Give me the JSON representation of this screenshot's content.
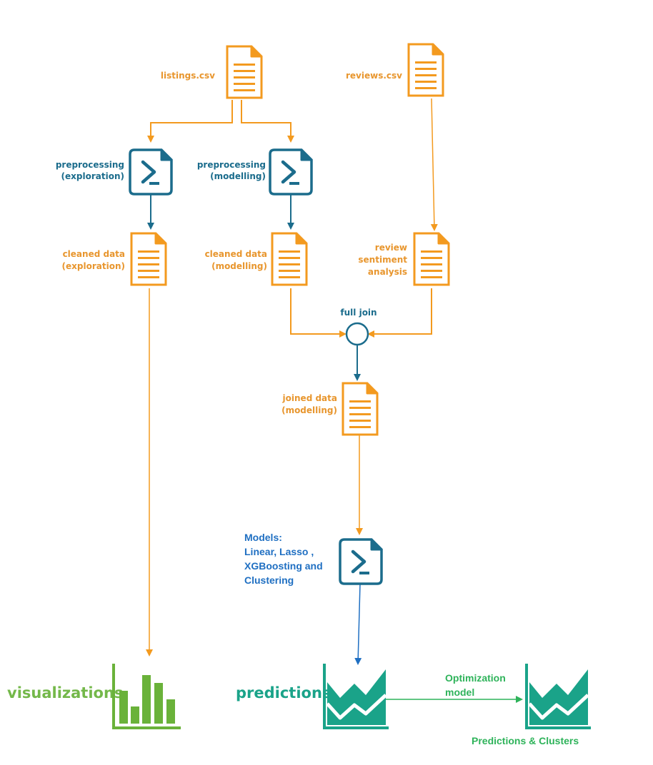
{
  "nodes": {
    "listings_csv": "listings.csv",
    "reviews_csv": "reviews.csv",
    "preprocessing_exploration": [
      "preprocessing",
      "(exploration)"
    ],
    "preprocessing_modelling": [
      "preprocessing",
      "(modelling)"
    ],
    "cleaned_data_exploration": [
      "cleaned data",
      "(exploration)"
    ],
    "cleaned_data_modelling": [
      "cleaned data",
      "(modelling)"
    ],
    "review_sentiment": [
      "review",
      "sentiment",
      "analysis"
    ],
    "full_join": "full join",
    "joined_data": [
      "joined data",
      "(modelling)"
    ],
    "models": [
      "Models:",
      "Linear, Lasso ,",
      "XGBoosting and",
      "Clustering"
    ],
    "visualizations": "visualizations",
    "predictions": "predictions",
    "optimization_model": [
      "Optimization",
      "model"
    ],
    "predictions_clusters": "Predictions & Clusters"
  },
  "icons": {
    "document": "document-icon",
    "script": "script-icon",
    "join": "join-circle-icon",
    "bar_chart": "bar-chart-icon",
    "area_chart": "area-chart-icon"
  },
  "colors": {
    "orange": "#f39a1f",
    "teal": "#1b6c8c",
    "blue": "#1f6fc2",
    "green": "#2eb35a",
    "chart_teal": "#1aa389",
    "chart_green": "#6ab23a"
  }
}
